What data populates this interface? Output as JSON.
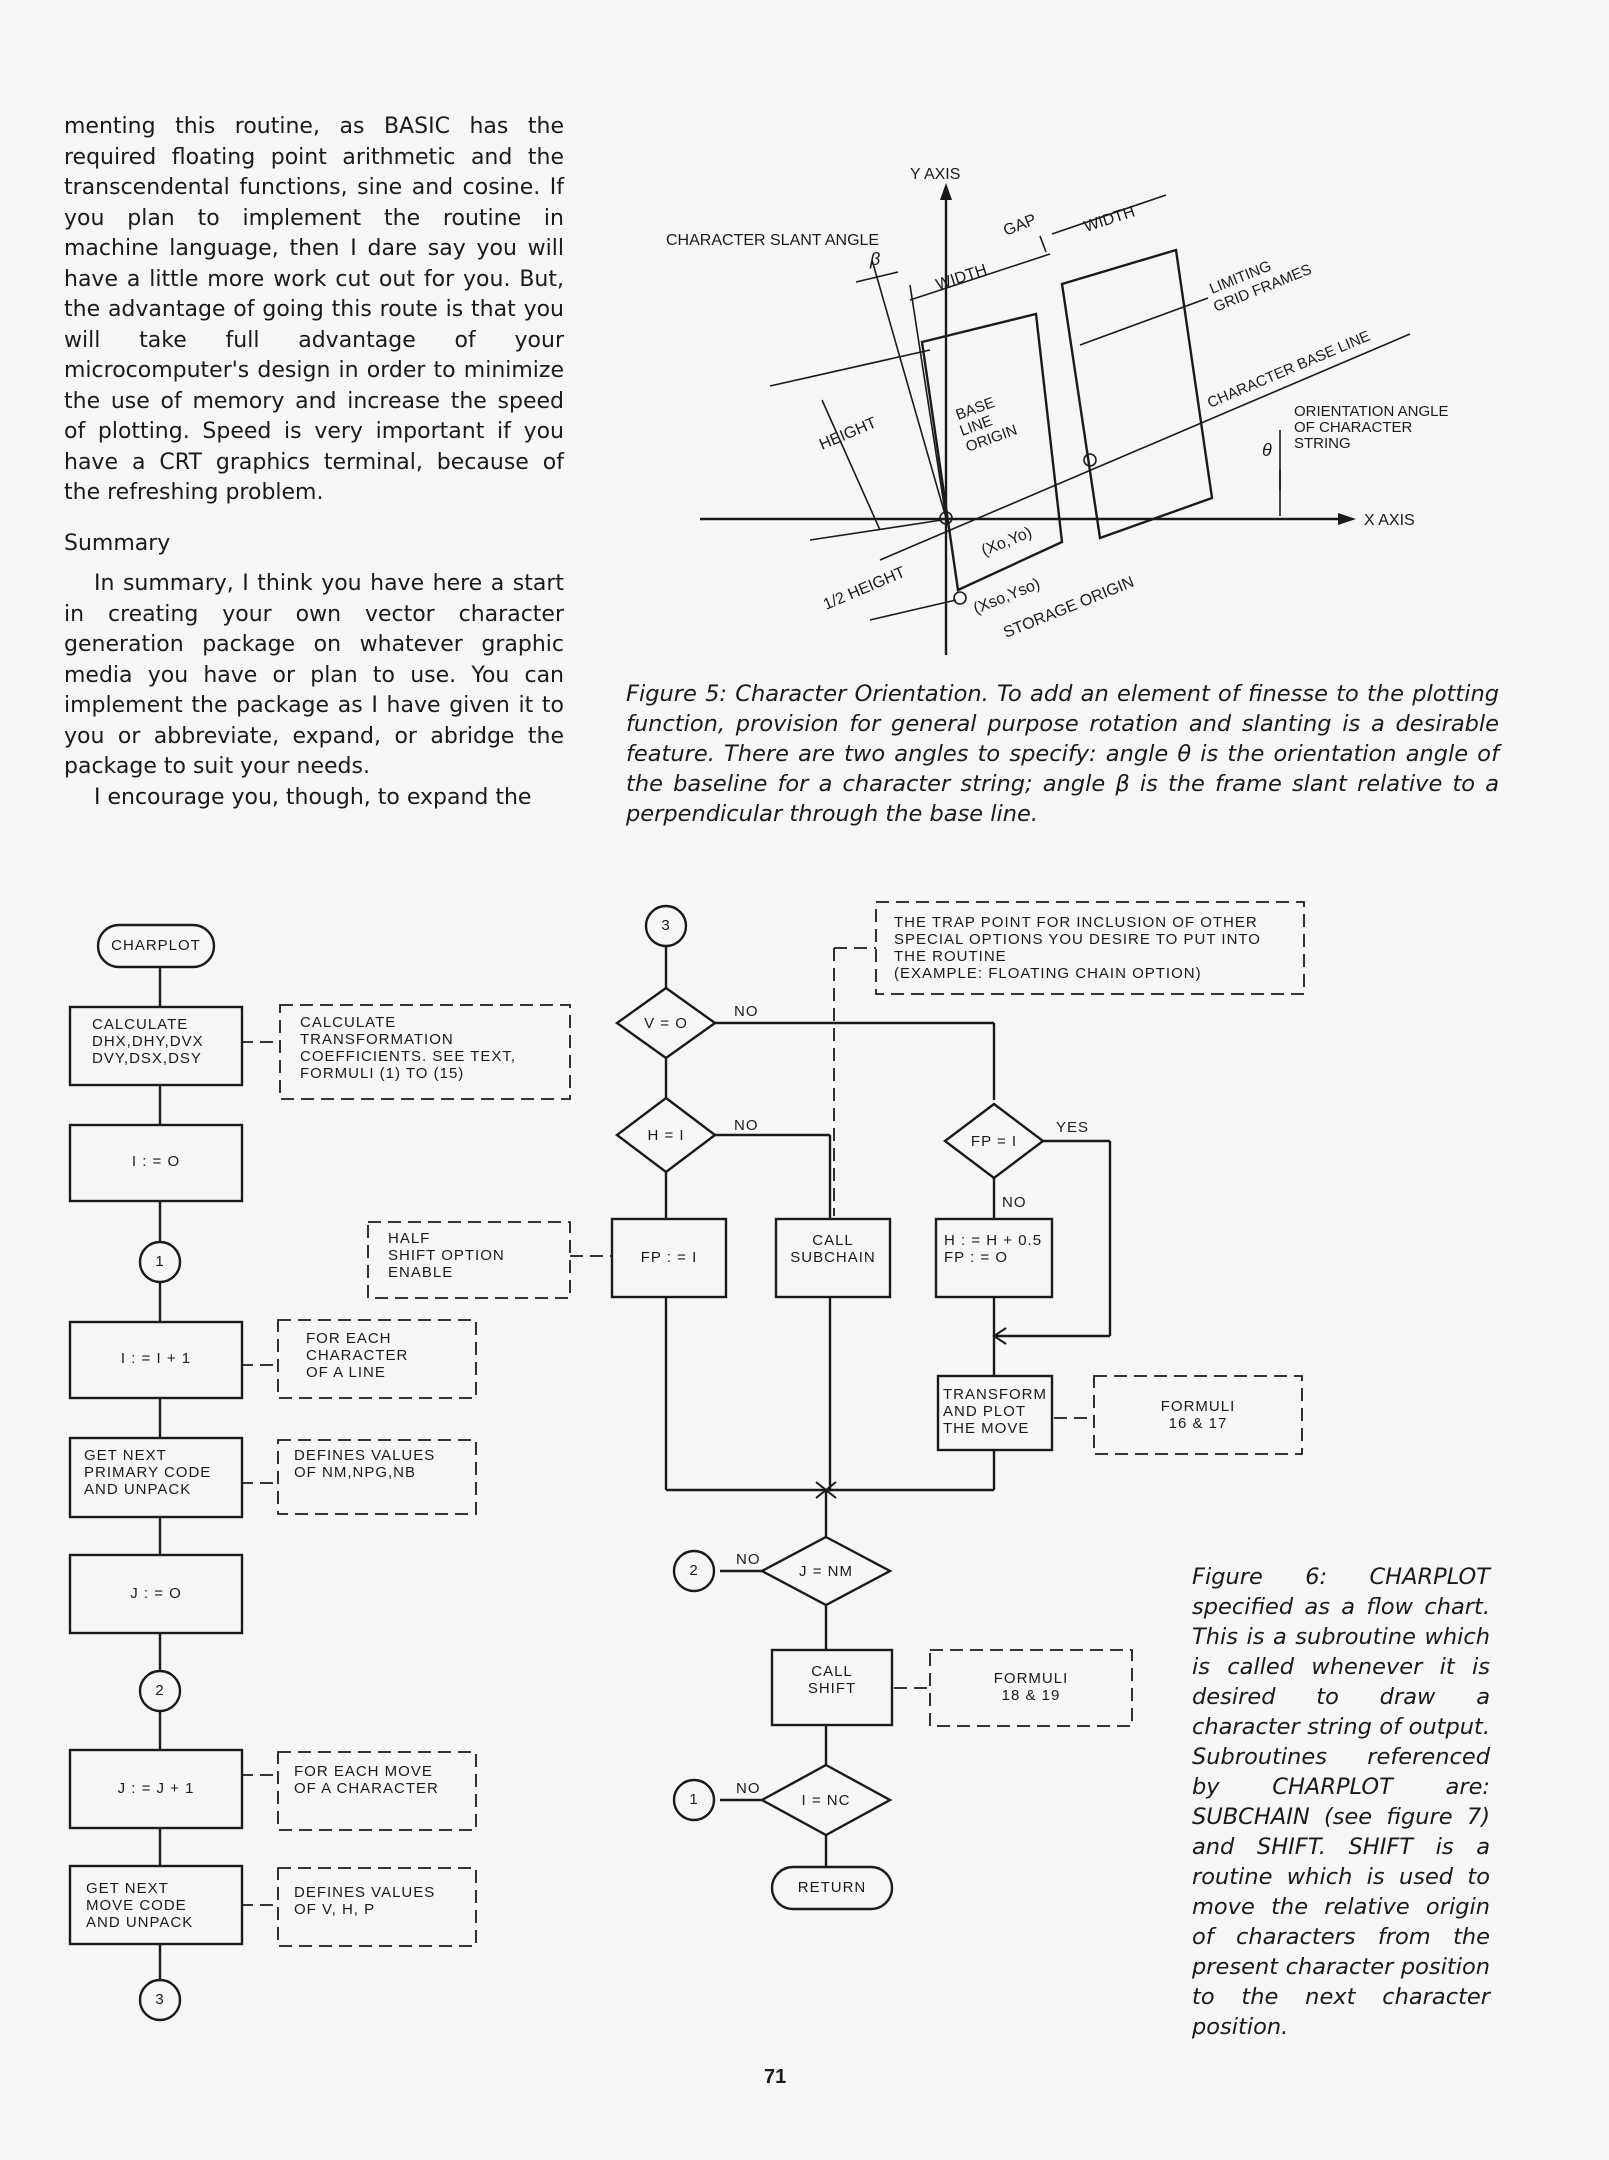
{
  "body_text": {
    "para1": "menting this routine, as BASIC has the required floating point arithmetic and the transcendental functions, sine and cosine. If you plan to implement the routine in machine language, then I dare say you will have a little more work cut out for you. But, the advantage of going this route is that you will take full advantage of your microcomputer's design in order to minimize the use of memory and increase the speed of plotting. Speed is very important if you have a CRT graphics terminal, because of the refreshing problem.",
    "summary_heading": "Summary",
    "para2": "In summary, I think you have here a start in creating your own vector character generation package on whatever graphic media you have or plan to use. You can implement the package as I have given it to you or abbreviate, expand, or abridge the package to suit your needs.",
    "para3": "I encourage you, though, to expand the"
  },
  "figure5": {
    "caption": "Figure 5: Character Orientation. To add an element of finesse to the plotting function, provision for general purpose rotation and slanting is a desirable feature. There are two angles to specify: angle θ is the orientation angle of the baseline for a character string; angle β is the frame slant relative to a perpendicular through the base line.",
    "labels": {
      "y_axis": "Y AXIS",
      "x_axis": "X AXIS",
      "slant_angle": "CHARACTER SLANT ANGLE",
      "beta": "β",
      "theta": "θ",
      "gap": "GAP",
      "width1": "WIDTH",
      "width2": "WIDTH",
      "limiting_line1": "LIMITING",
      "limiting_line2": "GRID FRAMES",
      "char_base_line": "CHARACTER BASE LINE",
      "orientation_line1": "ORIENTATION ANGLE",
      "orientation_line2": "OF CHARACTER",
      "orientation_line3": "STRING",
      "height": "HEIGHT",
      "half_height": "1/2 HEIGHT",
      "base_line1": "BASE",
      "base_line2": "LINE",
      "base_line3": "ORIGIN",
      "xo_yo": "(Xo,Yo)",
      "xso_yso": "(Xso,Yso)",
      "storage_origin": "STORAGE ORIGIN"
    }
  },
  "figure6": {
    "caption": "Figure 6: CHARPLOT specified as a flow chart. This is a subroutine which is called whenever it is desired to draw a character string of output. Subroutines referenced by CHARPLOT are: SUBCHAIN (see figure 7) and SHIFT. SHIFT is a routine which is used to move the relative origin of characters from the present character position to the next character position.",
    "start": "CHARPLOT",
    "b_calc": [
      "CALCULATE",
      "DHX,DHY,DVX",
      "DVY,DSX,DSY"
    ],
    "n_calc": [
      "CALCULATE",
      "TRANSFORMATION",
      "COEFFICIENTS. SEE TEXT,",
      "FORMULI (1) TO (15)"
    ],
    "b_i0": "I : = O",
    "c1": "1",
    "b_i1": "I : = I + 1",
    "n_i1": [
      "FOR EACH",
      "CHARACTER",
      "OF A LINE"
    ],
    "b_get1": [
      "GET NEXT",
      "PRIMARY CODE",
      "AND UNPACK"
    ],
    "n_get1": [
      "DEFINES VALUES",
      "OF NM,NPG,NB"
    ],
    "b_j0": "J : = O",
    "c2": "2",
    "b_j1": "J : = J + 1",
    "n_j1": [
      "FOR EACH MOVE",
      "OF A CHARACTER"
    ],
    "b_get2": [
      "GET NEXT",
      "MOVE CODE",
      "AND UNPACK"
    ],
    "n_get2": [
      "DEFINES VALUES",
      "OF V, H, P"
    ],
    "c3": "3",
    "c3_top": "3",
    "d_v0": "V = O",
    "d_h1": "H = I",
    "d_fp1": "FP = I",
    "no1": "NO",
    "no2": "NO",
    "no3": "NO",
    "yes": "YES",
    "n_trap": [
      "THE TRAP POINT FOR INCLUSION OF OTHER",
      "SPECIAL OPTIONS YOU DESIRE TO PUT INTO",
      "THE ROUTINE",
      "(EXAMPLE: FLOATING CHAIN OPTION)"
    ],
    "n_half": [
      "HALF",
      "SHIFT OPTION",
      "ENABLE"
    ],
    "b_fp": "FP : = I",
    "b_call_sub": [
      "CALL",
      "SUBCHAIN"
    ],
    "b_hfp": [
      "H : = H + 0.5",
      "FP : = O"
    ],
    "b_transform": [
      "TRANSFORM",
      "AND PLOT",
      "THE MOVE"
    ],
    "n_formuli1": [
      "FORMULI",
      "16 & 17"
    ],
    "d_jnm": "J = NM",
    "c2b": "2",
    "no4": "NO",
    "b_shift": [
      "CALL",
      "SHIFT"
    ],
    "n_formuli2": [
      "FORMULI",
      "18 & 19"
    ],
    "d_inc": "I = NC",
    "c1b": "1",
    "no5": "NO",
    "b_return": "RETURN"
  },
  "page_number": "71"
}
